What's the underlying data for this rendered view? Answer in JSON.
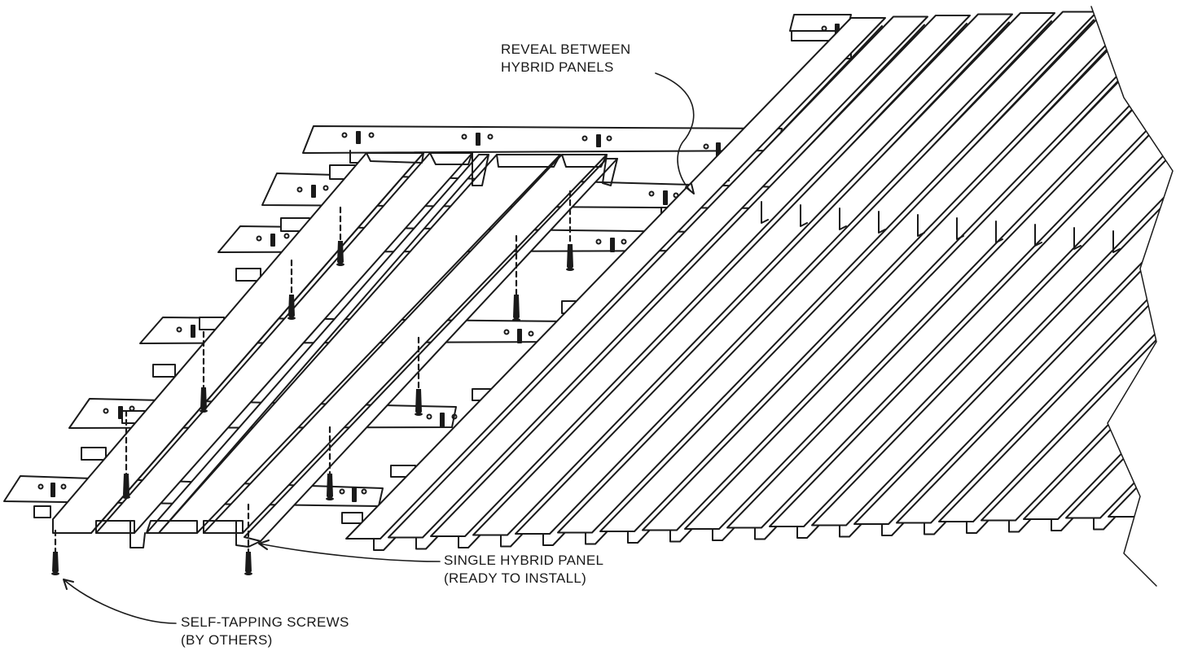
{
  "labels": {
    "reveal": {
      "line1": "REVEAL BETWEEN",
      "line2": "HYBRID PANELS"
    },
    "single_panel": {
      "line1": "SINGLE HYBRID PANEL",
      "line2": "(READY TO INSTALL)"
    },
    "screws": {
      "line1": "SELF-TAPPING SCREWS",
      "line2": "(BY OTHERS)"
    }
  },
  "colors": {
    "ink": "#1a1a1a",
    "paper": "#ffffff"
  }
}
